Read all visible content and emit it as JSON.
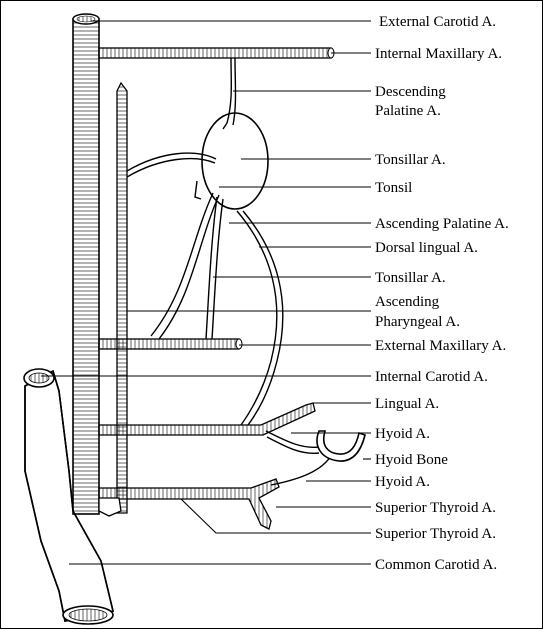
{
  "labels": {
    "external_carotid": "External Carotid A.",
    "internal_maxillary": "Internal Maxillary A.",
    "descending_palatine_1": "Descending",
    "descending_palatine_2": "Palatine A.",
    "tonsillar_1": "Tonsillar A.",
    "tonsil": "Tonsil",
    "ascending_palatine": "Ascending Palatine A.",
    "dorsal_lingual": "Dorsal lingual A.",
    "tonsillar_2": "Tonsillar A.",
    "ascending_pharyngeal_1": "Ascending",
    "ascending_pharyngeal_2": "Pharyngeal A.",
    "external_maxillary": "External Maxillary A.",
    "internal_carotid": "Internal Carotid A.",
    "lingual": "Lingual A.",
    "hyoid_a_1": "Hyoid A.",
    "hyoid_bone": "Hyoid Bone",
    "hyoid_a_2": "Hyoid A.",
    "superior_thyroid_1": "Superior Thyroid A.",
    "superior_thyroid_2": "Superior Thyroid A.",
    "common_carotid": "Common Carotid A."
  }
}
